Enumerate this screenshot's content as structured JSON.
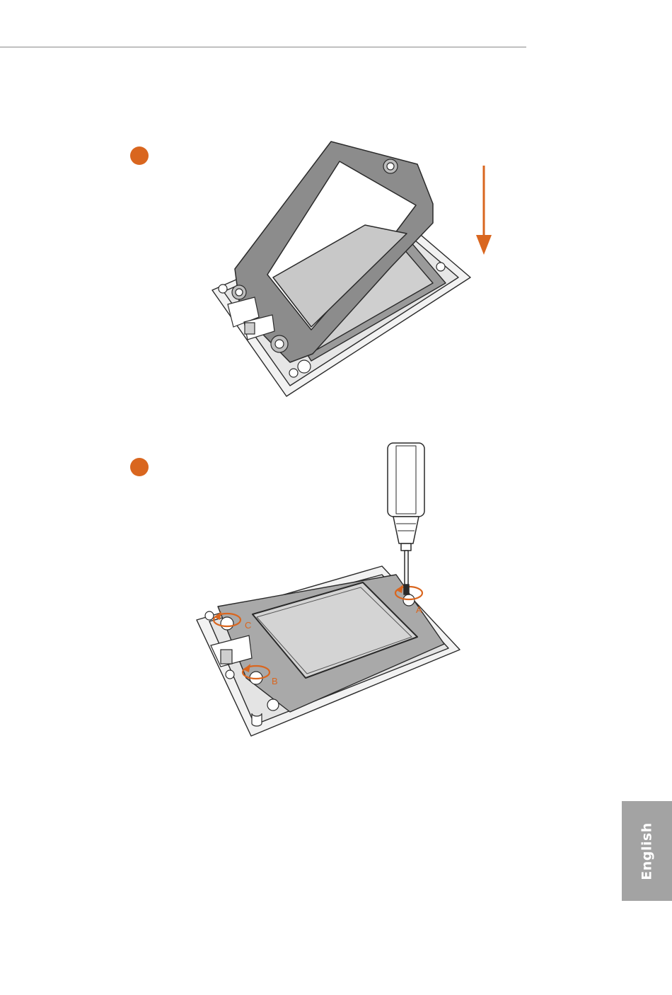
{
  "page": {
    "side_tab": "English"
  },
  "steps": [
    {
      "id": 1
    },
    {
      "id": 2,
      "callouts": [
        "A",
        "B",
        "C"
      ]
    }
  ],
  "colors": {
    "accent": "#d9661f",
    "frame": "#8c8c8c",
    "plate": "#d4d4d4",
    "tab": "#a3a3a3",
    "outline": "#2a2a2a"
  },
  "icons": [
    "down-arrow-icon",
    "screwdriver-icon",
    "rotate-arrow-icon",
    "screw-icon"
  ]
}
